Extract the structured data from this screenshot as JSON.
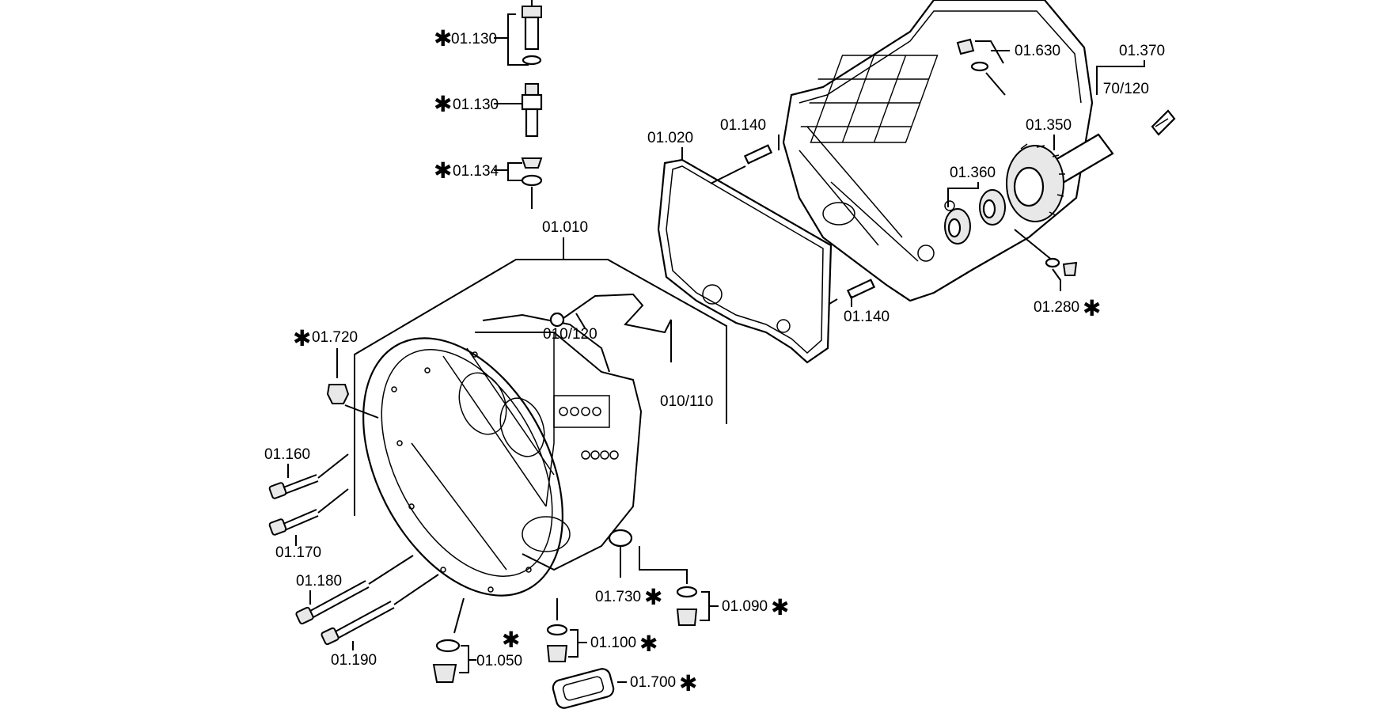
{
  "labels": {
    "p01_130a": "01.130",
    "p01_130b": "01.130",
    "p01_134": "01.134",
    "p01_010": "01.010",
    "p010_120": "010/120",
    "p01_720": "01.720",
    "p010_110": "010/110",
    "p01_160": "01.160",
    "p01_170": "01.170",
    "p01_180": "01.180",
    "p01_190": "01.190",
    "p01_050": "01.050",
    "p01_730": "01.730",
    "p01_100": "01.100",
    "p01_090": "01.090",
    "p01_700": "01.700",
    "p01_020": "01.020",
    "p01_140a": "01.140",
    "p01_140b": "01.140",
    "p01_630": "01.630",
    "p01_370": "01.370",
    "p070_120": " 70/120",
    "p01_350": "01.350",
    "p01_360": "01.360",
    "p01_280": "01.280"
  },
  "star_symbol": "✱",
  "colors": {
    "ink": "#000000",
    "paper": "#ffffff"
  }
}
